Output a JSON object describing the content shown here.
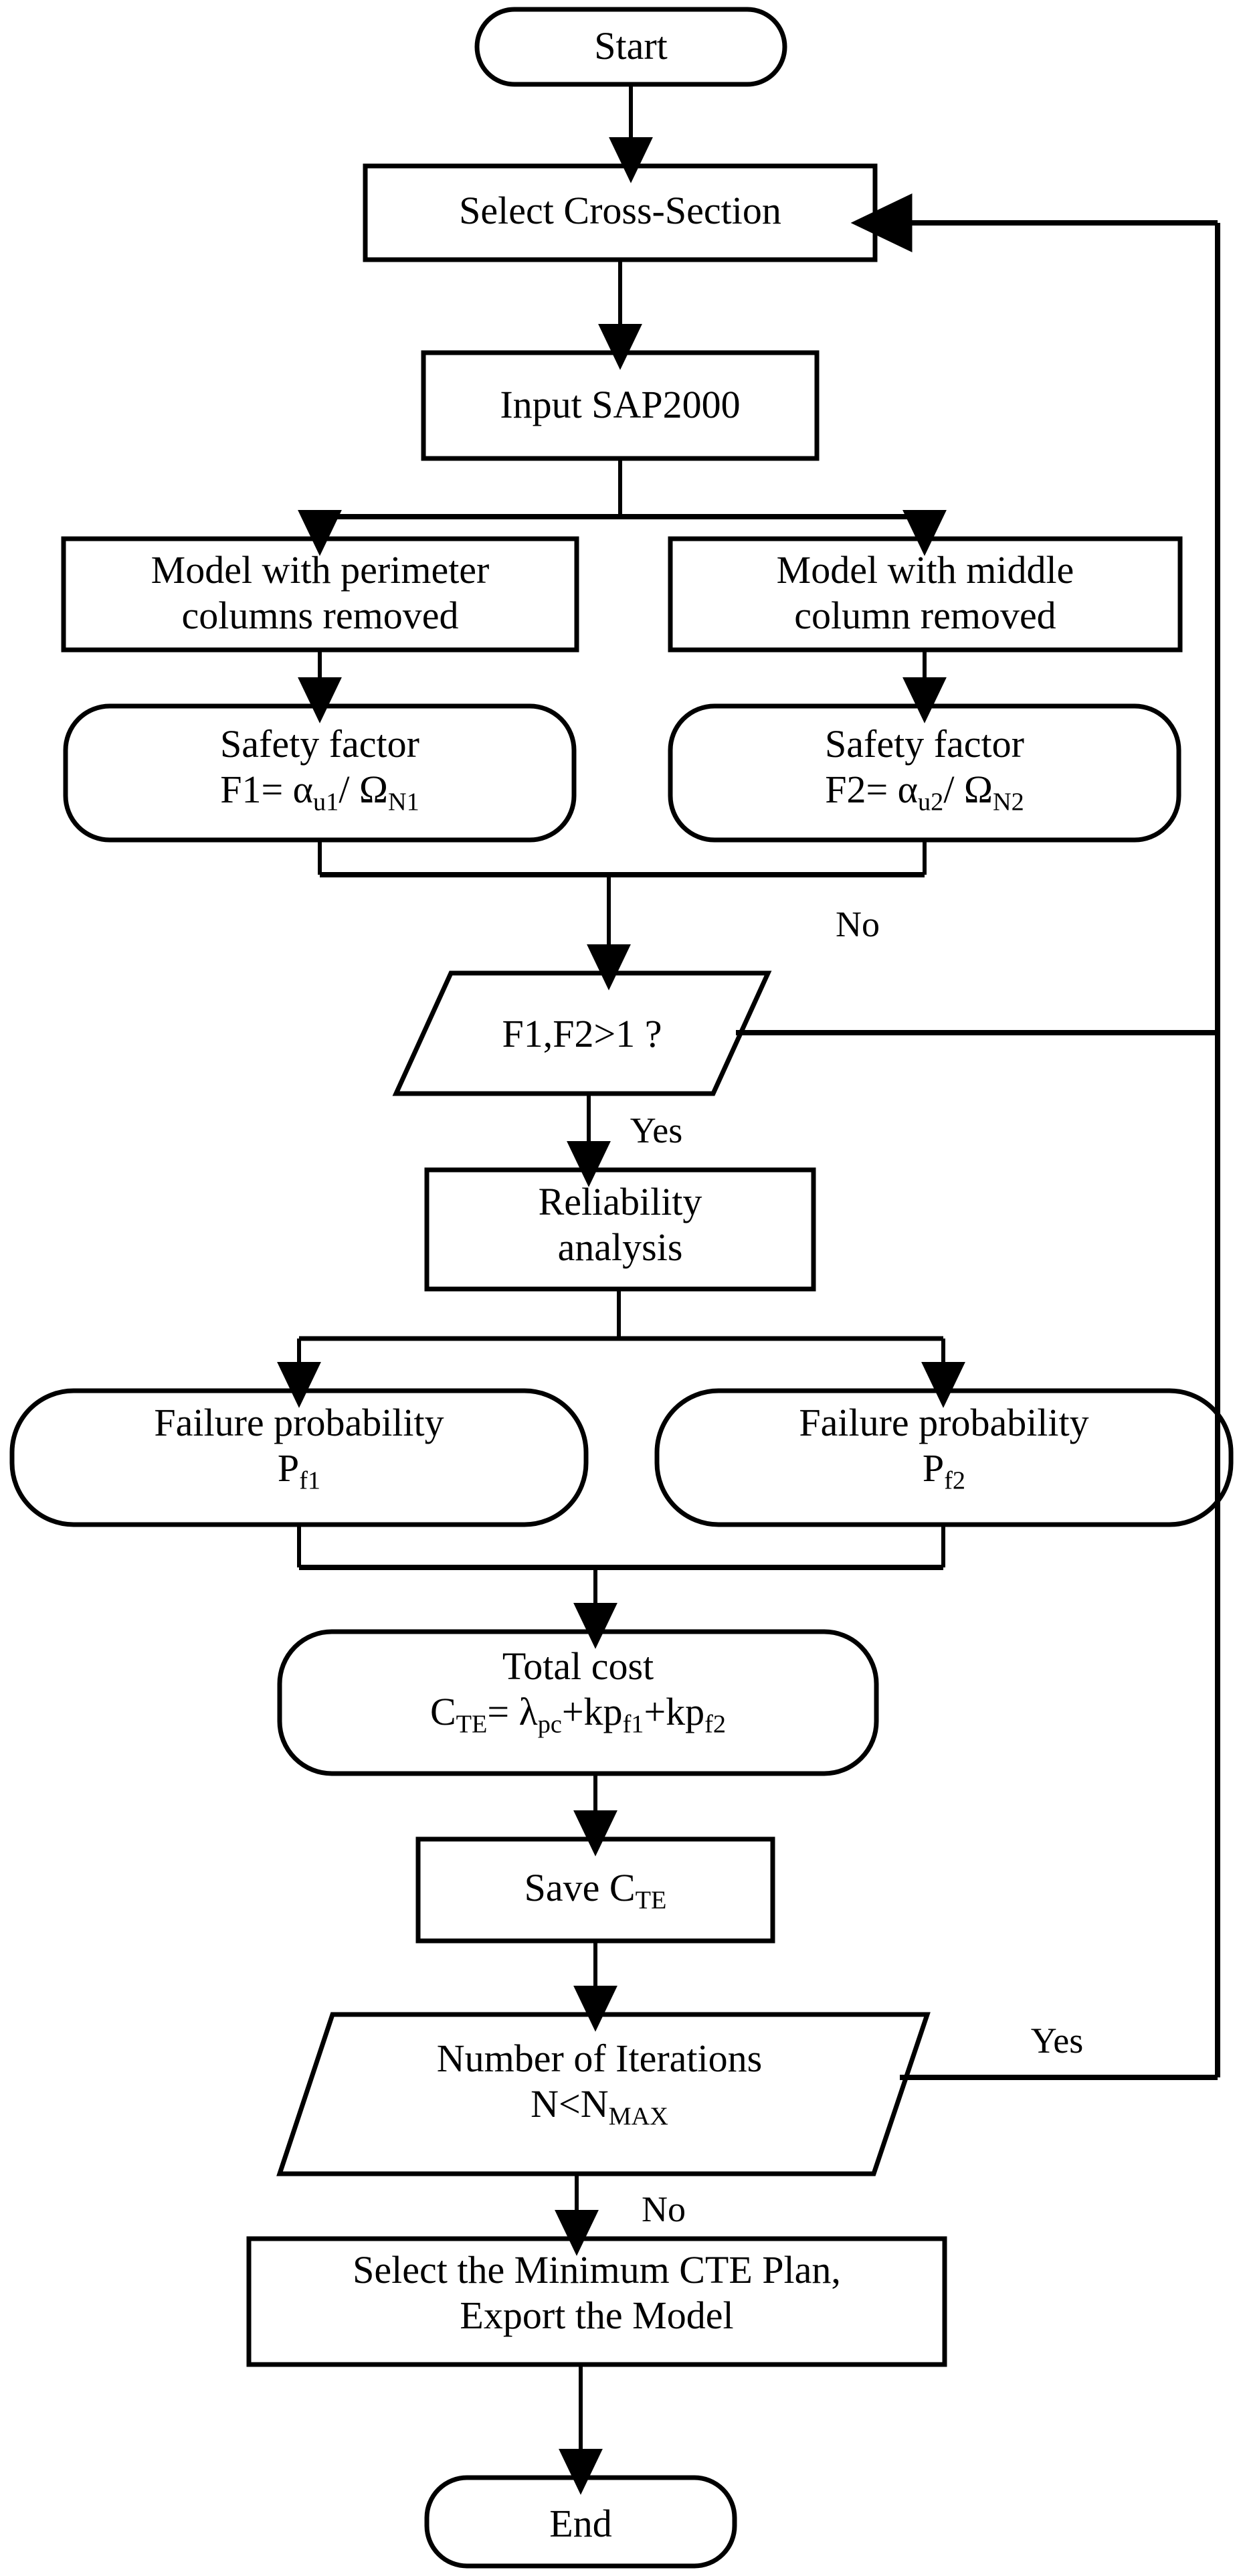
{
  "diagram": {
    "title": "Optimization flowchart for progressive collapse reliability-based cross-section design",
    "type": "flowchart",
    "orientation": "top-to-bottom",
    "stroke_color": "#000000",
    "fill_color": "#ffffff",
    "background": "#ffffff"
  },
  "nodes": [
    {
      "id": "start",
      "shape": "stadium",
      "text": "Start"
    },
    {
      "id": "select",
      "shape": "rectangle",
      "text": "Select Cross-Section"
    },
    {
      "id": "input",
      "shape": "rectangle",
      "text": "Input SAP2000"
    },
    {
      "id": "model_perim",
      "shape": "rectangle",
      "line1": "Model with perimeter",
      "line2": "columns removed"
    },
    {
      "id": "model_mid",
      "shape": "rectangle",
      "line1": "Model with middle",
      "line2": "column removed"
    },
    {
      "id": "sf1",
      "shape": "rounded",
      "line1": "Safety factor",
      "formula": {
        "lead": "F1= α",
        "sub1": "u1",
        "mid": "/ Ω",
        "sub2": "N1"
      }
    },
    {
      "id": "sf2",
      "shape": "rounded",
      "line1": "Safety factor",
      "formula": {
        "lead": "F2= α",
        "sub1": "u2",
        "mid": "/ Ω",
        "sub2": "N2"
      }
    },
    {
      "id": "decision1",
      "shape": "parallelogram",
      "text": "F1,F2>1 ?"
    },
    {
      "id": "reliability",
      "shape": "rectangle",
      "line1": "Reliability",
      "line2": "analysis"
    },
    {
      "id": "pf1",
      "shape": "rounded",
      "line1": "Failure probability",
      "formula": {
        "lead": "P",
        "sub1": "f1"
      }
    },
    {
      "id": "pf2",
      "shape": "rounded",
      "line1": "Failure probability",
      "formula": {
        "lead": "P",
        "sub1": "f2"
      }
    },
    {
      "id": "total_cost",
      "shape": "rounded",
      "line1": "Total cost",
      "formula": {
        "lead": "C",
        "sub1": "TE",
        "mid": "= λ",
        "sub2": "pc",
        "tail": "+kp",
        "sub3": "f1",
        "tail2": "+kp",
        "sub4": "f2"
      }
    },
    {
      "id": "save",
      "shape": "rectangle",
      "lead": "Save C",
      "sub1": "TE"
    },
    {
      "id": "decision2",
      "shape": "parallelogram",
      "line1": "Number of Iterations",
      "formula": {
        "lead": "N<N",
        "sub1": "MAX"
      }
    },
    {
      "id": "final",
      "shape": "rectangle",
      "line1": "Select the Minimum CTE Plan,",
      "line2": "Export the Model"
    },
    {
      "id": "end",
      "shape": "stadium",
      "text": "End"
    }
  ],
  "edge_labels": {
    "decision1_no": "No",
    "decision1_yes": "Yes",
    "decision2_yes": "Yes",
    "decision2_no": "No"
  },
  "edges": [
    {
      "from": "start",
      "to": "select"
    },
    {
      "from": "select",
      "to": "input"
    },
    {
      "from": "input",
      "to": "model_perim"
    },
    {
      "from": "input",
      "to": "model_mid"
    },
    {
      "from": "model_perim",
      "to": "sf1"
    },
    {
      "from": "model_mid",
      "to": "sf2"
    },
    {
      "from": "sf1",
      "to": "decision1"
    },
    {
      "from": "sf2",
      "to": "decision1"
    },
    {
      "from": "decision1",
      "to": "reliability",
      "label": "Yes"
    },
    {
      "from": "decision1",
      "to": "select",
      "label": "No"
    },
    {
      "from": "reliability",
      "to": "pf1"
    },
    {
      "from": "reliability",
      "to": "pf2"
    },
    {
      "from": "pf1",
      "to": "total_cost"
    },
    {
      "from": "pf2",
      "to": "total_cost"
    },
    {
      "from": "total_cost",
      "to": "save"
    },
    {
      "from": "save",
      "to": "decision2"
    },
    {
      "from": "decision2",
      "to": "select",
      "label": "Yes"
    },
    {
      "from": "decision2",
      "to": "final",
      "label": "No"
    },
    {
      "from": "final",
      "to": "end"
    }
  ]
}
